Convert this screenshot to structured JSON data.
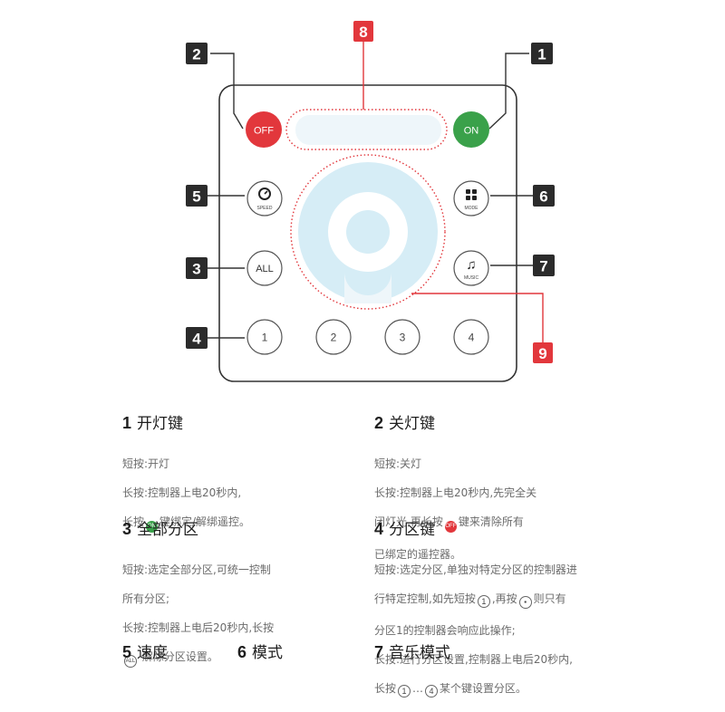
{
  "colors": {
    "red": "#e2373c",
    "green": "#3aa14a",
    "callout_dark": "#2b2b2b",
    "callout_red": "#e2373c",
    "wheel": "#d6edf6"
  },
  "remote": {
    "off_button": "OFF",
    "on_button": "ON",
    "speed_label": "SPEED",
    "mode_label": "MODE",
    "all_button": "ALL",
    "music_label": "MUSIC",
    "zone_buttons": [
      "1",
      "2",
      "3",
      "4"
    ]
  },
  "callouts": {
    "c1": "1",
    "c2": "2",
    "c3": "3",
    "c4": "4",
    "c5": "5",
    "c6": "6",
    "c7": "7",
    "c8": "8",
    "c9": "9"
  },
  "sections": {
    "s1": {
      "num": "1",
      "title": "开灯键",
      "line1": "短按:开灯",
      "line2": "长按:控制器上电20秒内,",
      "line3_pre": "长按",
      "line3_icon": "ON",
      "line3_post": "键绑定/解绑遥控。"
    },
    "s2": {
      "num": "2",
      "title": "关灯键",
      "line1": "短按:关灯",
      "line2": "长按:控制器上电20秒内,先完全关",
      "line3_pre": "闭灯光,再长按",
      "line3_icon": "OFF",
      "line3_post": "键来清除所有",
      "line4": "已绑定的遥控器。"
    },
    "s3": {
      "num": "3",
      "title": "全部分区",
      "line1": "短按:选定全部分区,可统一控制",
      "line2": "所有分区;",
      "line3": "长按:控制器上电后20秒内,长按",
      "line4_icon": "ALL",
      "line4_post": "解除分区设置。"
    },
    "s4": {
      "num": "4",
      "title": "分区键",
      "line1": "短按:选定分区,单独对特定分区的控制器进",
      "line2_pre": "行特定控制,如先短按",
      "line2_icon": "1",
      "line2_mid": ",再按",
      "line2_post": "则只有",
      "line3": "分区1的控制器会响应此操作;",
      "line4": "长按:进行分区设置,控制器上电后20秒内,",
      "line5_pre": "长按",
      "line5_icon_a": "1",
      "line5_dots": "…",
      "line5_icon_b": "4",
      "line5_post": "某个键设置分区。"
    },
    "s5": {
      "num": "5",
      "title": "速度"
    },
    "s6": {
      "num": "6",
      "title": "模式"
    },
    "s7": {
      "num": "7",
      "title": "音乐模式"
    }
  }
}
